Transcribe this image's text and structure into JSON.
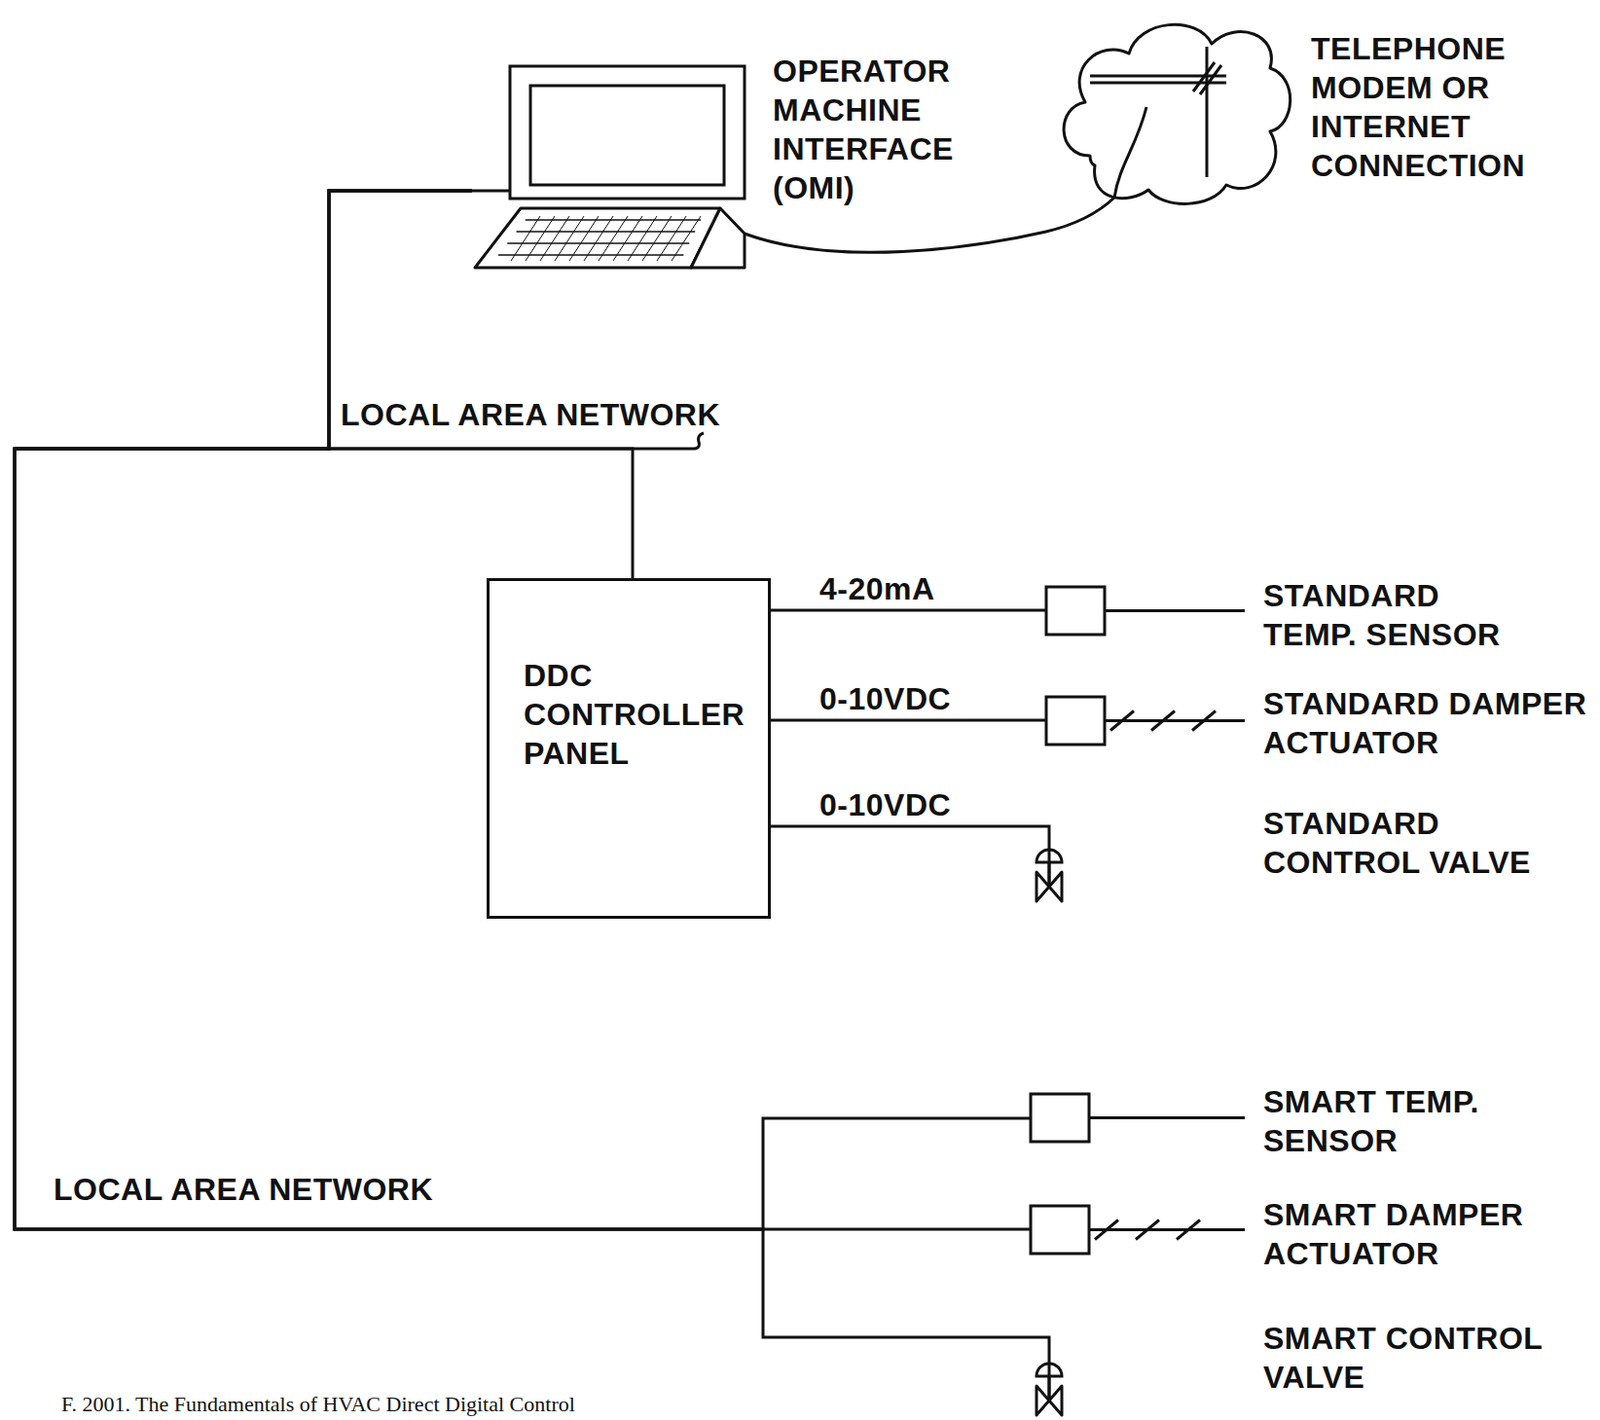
{
  "diagram": {
    "caption": "F. 2001. The Fundamentals of HVAC Direct Digital Control",
    "nodes": [
      {
        "text": [
          "OPERATOR MACHINE INTERFACE (OMI)"
        ]
      },
      {
        "text": [
          "TELEPHONE MODEM OR INTERNET CONNECTION"
        ]
      },
      {
        "text": [
          "DDC CONTROLLER PANEL"
        ]
      },
      {
        "text": [
          "STANDARD TEMP. SENSOR"
        ]
      },
      {
        "text": [
          "STANDARD DAMPER ACTUATOR"
        ]
      },
      {
        "text": [
          "STANDARD CONTROL VALVE"
        ]
      },
      {
        "text": [
          "SMART TEMP. SENSOR"
        ]
      },
      {
        "text": [
          "SMART DAMPER ACTUATOR"
        ]
      },
      {
        "text": [
          "SMART CONTROL VALVE"
        ]
      }
    ],
    "edges": [
      {
        "from": 0,
        "to": 1,
        "arrow": "none"
      },
      {
        "from": 0,
        "to": 2,
        "arrow": "none"
      },
      {
        "from": 2,
        "to": 3,
        "label": "4-20mA",
        "arrow": "none"
      },
      {
        "from": 2,
        "to": 4,
        "label": "0-10VDC",
        "arrow": "none"
      },
      {
        "from": 2,
        "to": 5,
        "label": "0-10VDC",
        "arrow": "none"
      },
      {
        "from": 0,
        "to": 6,
        "arrow": "none"
      },
      {
        "from": 0,
        "to": 7,
        "arrow": "none"
      },
      {
        "from": 0,
        "to": 8,
        "arrow": "none"
      }
    ],
    "labels": [
      "LOCAL AREA NETWORK",
      "LOCAL AREA NETWORK"
    ]
  }
}
